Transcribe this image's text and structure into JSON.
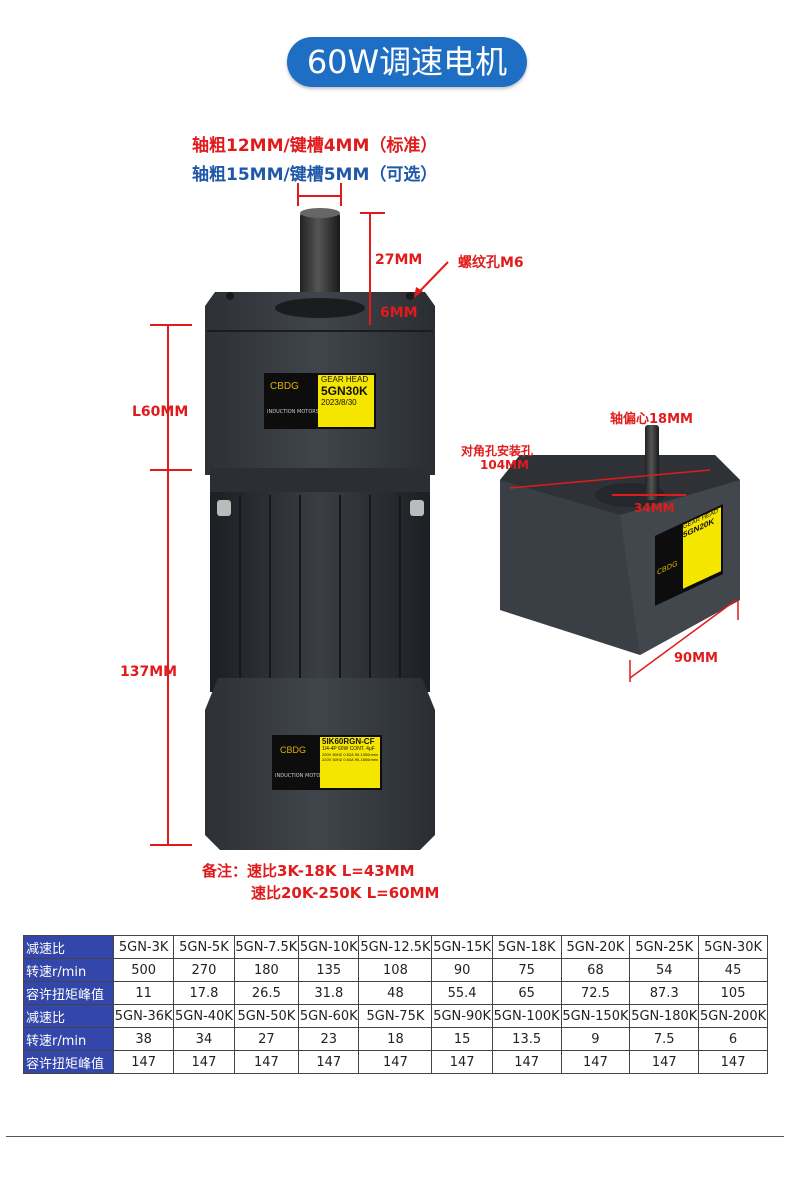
{
  "title": "60W调速电机",
  "shaft_note": {
    "standard": "轴粗12MM/键槽4MM（标准）",
    "optional": "轴粗15MM/键槽5MM（可选）"
  },
  "dims": {
    "shaft_len": "27MM",
    "thread_hole": "螺纹孔M6",
    "key_depth": "6MM",
    "gearhead_len": "L60MM",
    "motor_len": "137MM",
    "eccentric": "轴偏心18MM",
    "diag_hole_label": "对角孔安装孔",
    "diag_hole_value": "104MM",
    "boss": "34MM",
    "width": "90MM"
  },
  "remark": {
    "line1": "备注：速比3K-18K  L=43MM",
    "line2": "速比20K-250K  L=60MM"
  },
  "labels": {
    "gear": {
      "brand": "CBDG",
      "line1": "GEAR  HEAD",
      "line2": "5GN30K",
      "date": "2023/8/30",
      "sub1": "INDUCTION MOTORS"
    },
    "motor": {
      "brand": "CBDG",
      "model": "5IK60RGN-CF",
      "spec1": "1/4-4P 60W CONT. 4μF",
      "spec2": "220V 50HZ 0.52A 90-1300r/min",
      "spec3": "220V 50HZ 0.54A 90-1600r/min",
      "sub1": "INDUCTION MOTORS"
    },
    "side": {
      "brand": "CBDG",
      "line1": "GEAR  HEAD",
      "line2": "5GN20K"
    }
  },
  "table": {
    "rows": [
      {
        "head": "减速比",
        "cells": [
          "5GN-3K",
          "5GN-5K",
          "5GN-7.5K",
          "5GN-10K",
          "5GN-12.5K",
          "5GN-15K",
          "5GN-18K",
          "5GN-20K",
          "5GN-25K",
          "5GN-30K"
        ]
      },
      {
        "head": "转速r/min",
        "cells": [
          "500",
          "270",
          "180",
          "135",
          "108",
          "90",
          "75",
          "68",
          "54",
          "45"
        ]
      },
      {
        "head": "容许扭矩峰值",
        "cells": [
          "11",
          "17.8",
          "26.5",
          "31.8",
          "48",
          "55.4",
          "65",
          "72.5",
          "87.3",
          "105"
        ]
      },
      {
        "head": "减速比",
        "cells": [
          "5GN-36K",
          "5GN-40K",
          "5GN-50K",
          "5GN-60K",
          "5GN-75K",
          "5GN-90K",
          "5GN-100K",
          "5GN-150K",
          "5GN-180K",
          "5GN-200K"
        ]
      },
      {
        "head": "转速r/min",
        "cells": [
          "38",
          "34",
          "27",
          "23",
          "18",
          "15",
          "13.5",
          "9",
          "7.5",
          "6"
        ]
      },
      {
        "head": "容许扭矩峰值",
        "cells": [
          "147",
          "147",
          "147",
          "147",
          "147",
          "147",
          "147",
          "147",
          "147",
          "147"
        ]
      }
    ]
  },
  "colors": {
    "accent": "#1e6fc4",
    "dim_red": "#e11b1b",
    "header_blue": "#3346a9"
  }
}
